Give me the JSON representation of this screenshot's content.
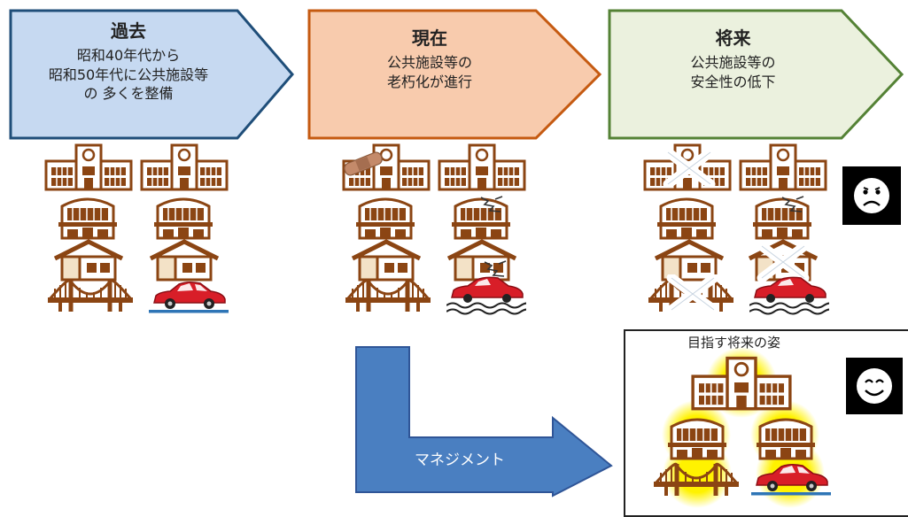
{
  "stages": [
    {
      "title": "過去",
      "body": "昭和40年代から\n昭和50年代に公共施設等\nの 多くを整備",
      "fill": "#c6d9f1",
      "stroke": "#1f4e79"
    },
    {
      "title": "現在",
      "body": "公共施設等の\n老朽化が進行",
      "fill": "#f8cbad",
      "stroke": "#c55a11"
    },
    {
      "title": "将来",
      "body": "公共施設等の\n安全性の低下",
      "fill": "#ebf1de",
      "stroke": "#548235"
    }
  ],
  "goal": {
    "title": "目指す将来の姿"
  },
  "management": {
    "label": "マネジメント"
  },
  "faces": {
    "sad": "sad-face-icon",
    "happy": "happy-face-icon"
  },
  "colors": {
    "building": "#8b4513",
    "building_fill": "#ffffff",
    "car": "#d81e28",
    "arrow_blue": "#4a7fc1",
    "highlight": "#fff200"
  }
}
